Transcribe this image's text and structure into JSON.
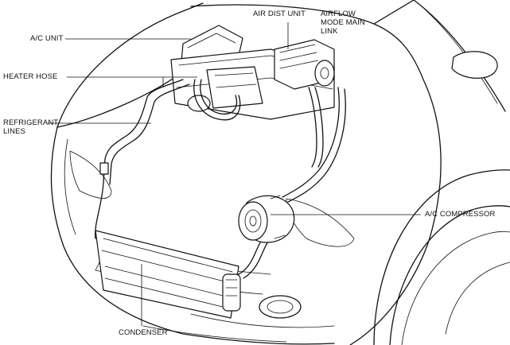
{
  "labels": {
    "ac_unit": "A/C UNIT",
    "heater_hose": "HEATER HOSE",
    "refrigerant_lines_1": "REFRIGERANT",
    "refrigerant_lines_2": "LINES",
    "air_dist_unit": "AIR DIST UNIT",
    "airflow_1": "AIRFLOW",
    "airflow_2": "MODE MAIN",
    "airflow_3": "LINK",
    "ac_compressor": "A/C COMPRESSOR",
    "condenser": "CONDENSER"
  }
}
